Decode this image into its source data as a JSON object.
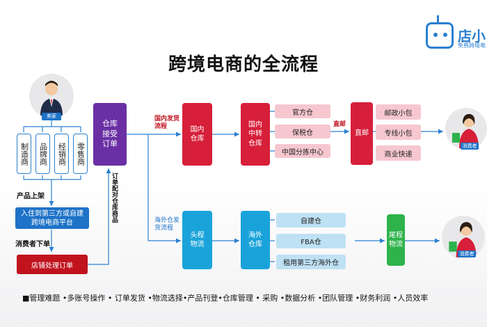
{
  "title": "跨境电商的全流程",
  "logo": {
    "name": "店小",
    "tagline": "免费跨境电"
  },
  "seller": {
    "tag": "卖家",
    "types": [
      "制造商",
      "品牌商",
      "经销商",
      "零售商"
    ]
  },
  "left_flow": {
    "step1_label": "产品上架",
    "platform": "入住到第三方或自建跨境电商平台",
    "step2_label": "消费者下单",
    "order": "店铺处理订单",
    "match_label": "订单配对仓库商品"
  },
  "warehouse_receive": "仓库接受订单",
  "domestic": {
    "flow_label": "国内发货流程",
    "warehouse": "国内仓库",
    "transfer": "国内中转仓库",
    "options": [
      "官方仓",
      "保税仓",
      "中国分拣中心"
    ],
    "direct_label": "直邮",
    "direct_mail": "直邮",
    "delivery": [
      "邮政小包",
      "专线小包",
      "商业快递"
    ]
  },
  "overseas": {
    "flow_label": "海外仓发货流程",
    "first_leg": "头程物流",
    "warehouse": "海外仓库",
    "options": [
      "自建仓",
      "FBA仓",
      "租用第三方海外仓"
    ],
    "last_mile": "尾程物流"
  },
  "consumer_tag": "消费者",
  "footer": "■管理难题   •多账号操作  • 订单发货 •物流选择•产品刊登•仓库管理 • 采购 •数据分析 •团队管理 •财务利润 •人员效率",
  "colors": {
    "purple": "#6a2fa4",
    "red": "#d71f3a",
    "pink": "#f6c7cf",
    "cyan": "#1aa3da",
    "lightblue": "#bfe1f4",
    "green": "#2eb34b",
    "blue": "#1e73c8"
  }
}
